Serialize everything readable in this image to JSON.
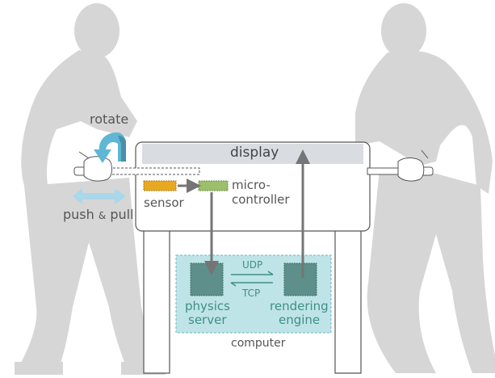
{
  "labels": {
    "rotate": "rotate",
    "push": "push",
    "amp": "&",
    "pull": "pull",
    "display": "display",
    "sensor": "sensor",
    "micro_line1": "micro-",
    "micro_line2": "controller",
    "udp": "UDP",
    "tcp": "TCP",
    "physics_line1": "physics",
    "physics_line2": "server",
    "rendering_line1": "rendering",
    "rendering_line2": "engine",
    "computer": "computer"
  },
  "colors": {
    "silhouette": "#d6d6d6",
    "rotate_arrow": "#5fb6d5",
    "rotate_arrow_dark": "#4a8fa8",
    "push_pull_arrow": "#a8d8ea",
    "display_fill": "#d9dde2",
    "sensor_fill": "#e8a820",
    "controller_fill": "#9bbf6a",
    "computer_fill": "#bfe4e7",
    "server_fill": "#5e8f8a",
    "data_arrow": "#757575",
    "label_text": "#555555",
    "component_label": "#3f8f86"
  }
}
